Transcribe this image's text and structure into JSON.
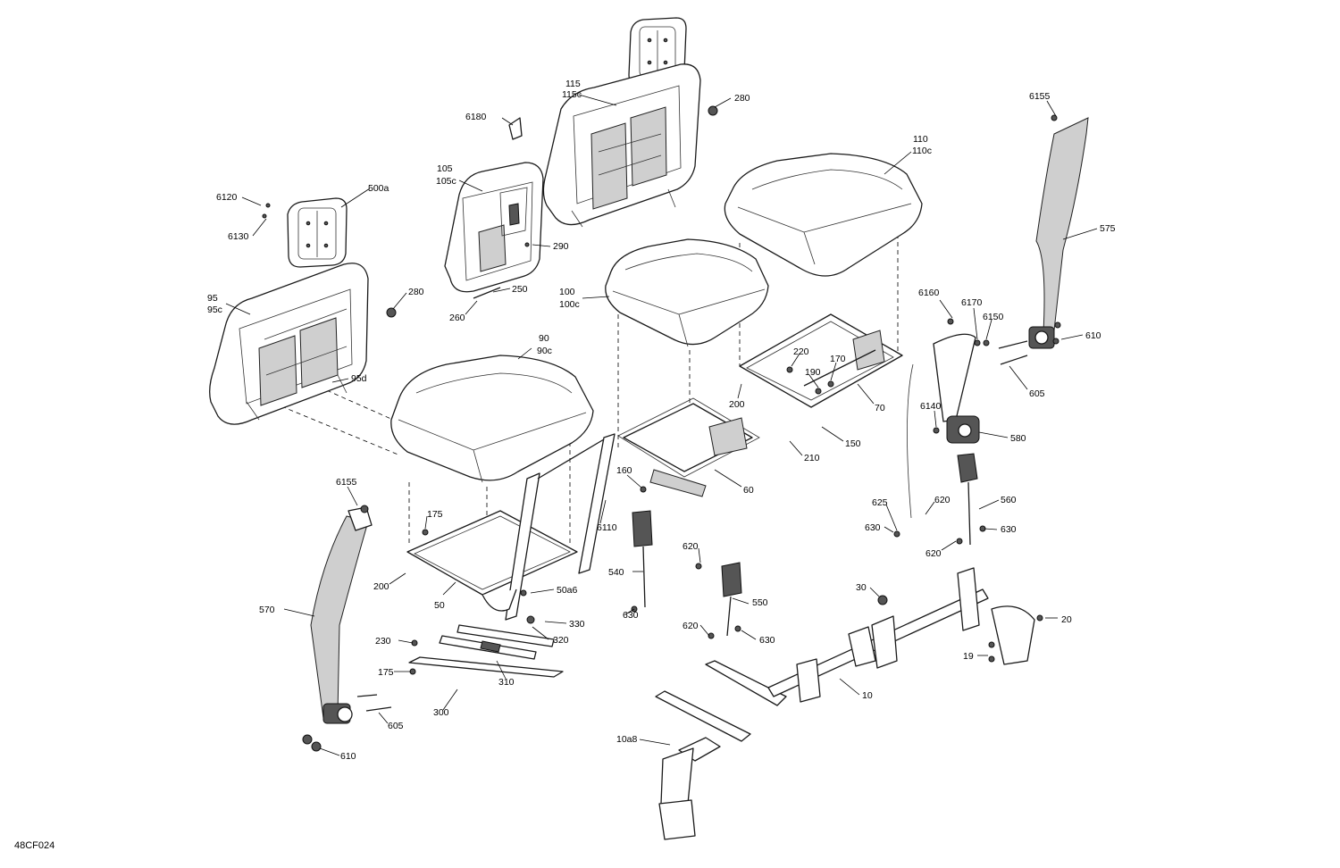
{
  "diagram_code": "48CF024",
  "labels": {
    "l6155a": "6155",
    "l575": "575",
    "l6180": "6180",
    "l115": "115",
    "l115c": "115c",
    "l280a": "280",
    "l110": "110",
    "l110c": "110c",
    "l105": "105",
    "l105c": "105c",
    "l6120": "6120",
    "l500a": "500a",
    "l6130": "6130",
    "l290": "290",
    "l95": "95",
    "l95c": "95c",
    "l280b": "280",
    "l250": "250",
    "l260": "260",
    "l100": "100",
    "l100c": "100c",
    "l6160": "6160",
    "l6170": "6170",
    "l6150": "6150",
    "l610a": "610",
    "l605a": "605",
    "l90": "90",
    "l90c": "90c",
    "l95d": "95d",
    "l220": "220",
    "l190": "190",
    "l170": "170",
    "l200a": "200",
    "l70": "70",
    "l6140": "6140",
    "l580": "580",
    "l150": "150",
    "l210": "210",
    "l160": "160",
    "l60": "60",
    "l6155b": "6155",
    "l175a": "175",
    "l6110": "6110",
    "l625": "625",
    "l620a": "620",
    "l560": "560",
    "l630a": "630",
    "l630b": "630",
    "l620b": "620",
    "l620c": "620",
    "l540": "540",
    "l200b": "200",
    "l50": "50",
    "l50a6": "50a6",
    "l570": "570",
    "l550": "550",
    "l30": "30",
    "l20": "20",
    "l630c": "630",
    "l330": "330",
    "l320": "320",
    "l620d": "620",
    "l630d": "630",
    "l230": "230",
    "l19": "19",
    "l175b": "175",
    "l310": "310",
    "l10": "10",
    "l300": "300",
    "l605b": "605",
    "l10a8": "10a8",
    "l610b": "610"
  }
}
